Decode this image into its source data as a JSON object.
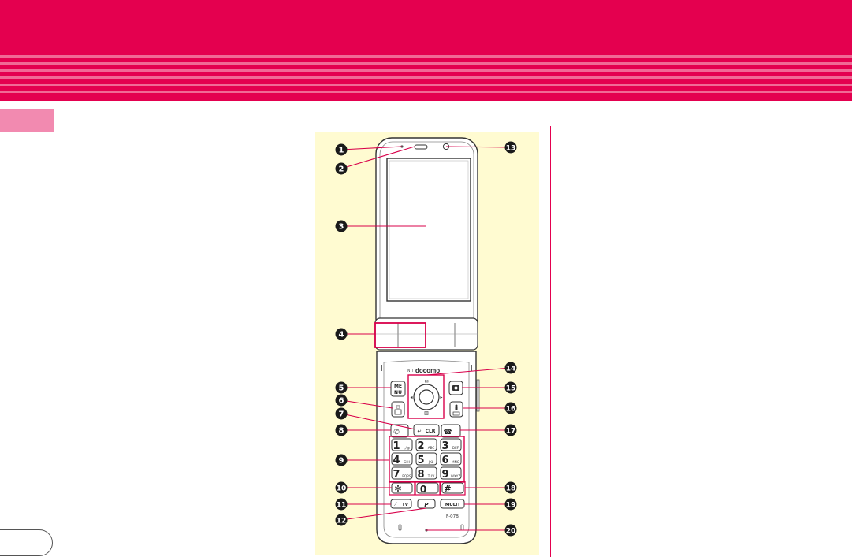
{
  "callouts": [
    {
      "n": "1"
    },
    {
      "n": "2"
    },
    {
      "n": "3"
    },
    {
      "n": "4"
    },
    {
      "n": "5"
    },
    {
      "n": "6"
    },
    {
      "n": "7"
    },
    {
      "n": "8"
    },
    {
      "n": "9"
    },
    {
      "n": "10"
    },
    {
      "n": "11"
    },
    {
      "n": "12"
    },
    {
      "n": "13"
    },
    {
      "n": "14"
    },
    {
      "n": "15"
    },
    {
      "n": "16"
    },
    {
      "n": "17"
    },
    {
      "n": "18"
    },
    {
      "n": "19"
    },
    {
      "n": "20"
    }
  ],
  "phone": {
    "brand": "docomo",
    "brand_prefix": "NTT",
    "model": "F-07B",
    "keys": {
      "menu_top": "ME",
      "menu_bottom": "NU",
      "clr": "CLR",
      "multi": "MULTI",
      "tv": "TV",
      "p": "P",
      "star": "✻",
      "hash": "#",
      "num": [
        {
          "d": "1",
          "s": ".,/@"
        },
        {
          "d": "2",
          "s": "ABC"
        },
        {
          "d": "3",
          "s": "DEF"
        },
        {
          "d": "4",
          "s": "GHI"
        },
        {
          "d": "5",
          "s": "JKL"
        },
        {
          "d": "6",
          "s": "MNO"
        },
        {
          "d": "7",
          "s": "PQRS"
        },
        {
          "d": "8",
          "s": "TUV"
        },
        {
          "d": "9",
          "s": "WXYZ"
        },
        {
          "d": "0",
          "s": ""
        }
      ]
    }
  },
  "colors": {
    "brand": "#e4004f",
    "stripe": "#f06a95",
    "side_tab": "#f28ab0",
    "figure_bg": "#fffbd1",
    "highlight": "#d8004a",
    "callout": "#1a1a1a"
  }
}
